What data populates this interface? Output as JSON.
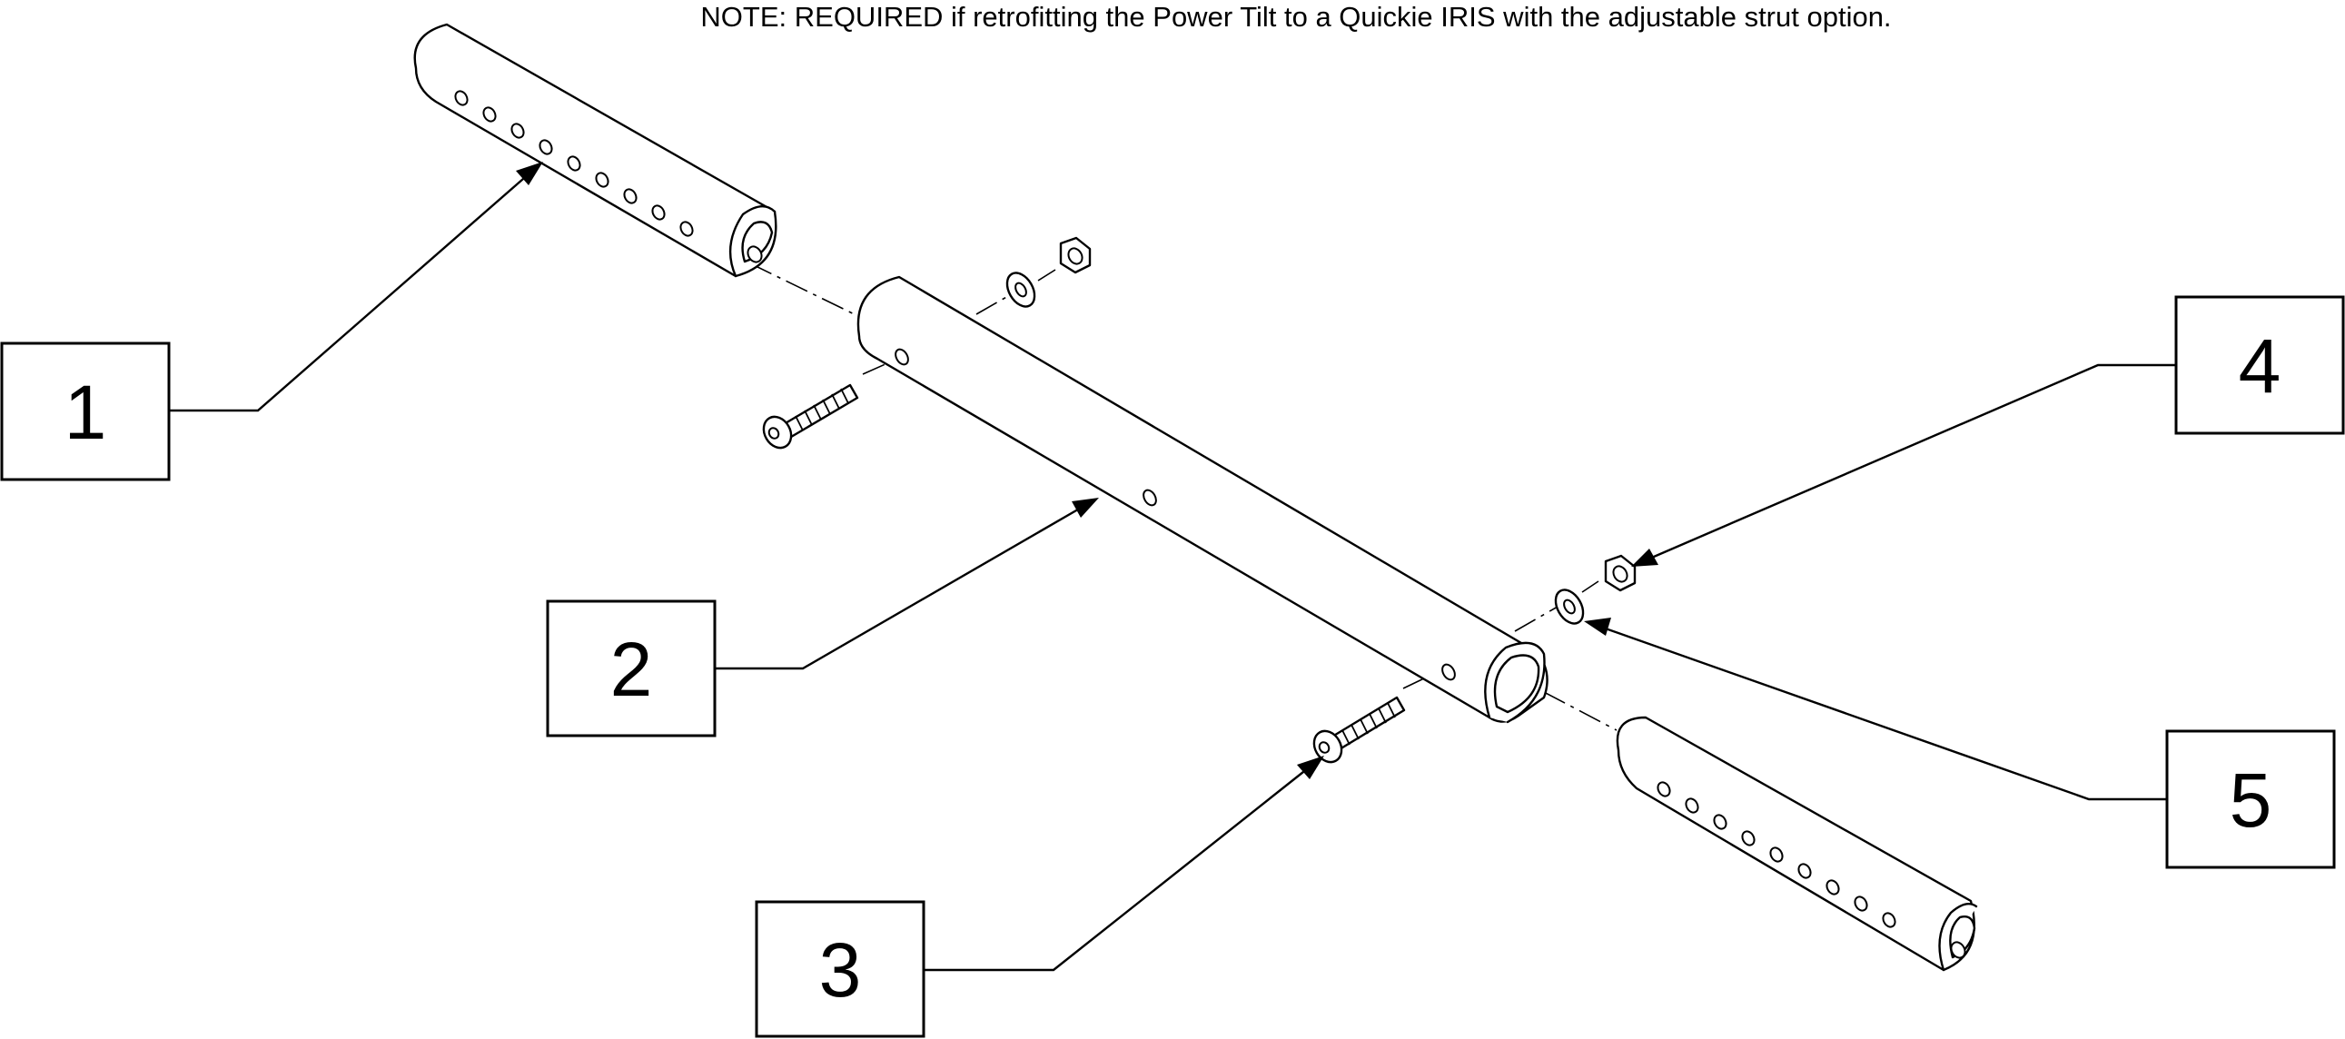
{
  "note": "NOTE: REQUIRED if retrofitting the Power Tilt to a Quickie IRIS with the adjustable strut option.",
  "callouts": [
    {
      "number": "1"
    },
    {
      "number": "2"
    },
    {
      "number": "3"
    },
    {
      "number": "4"
    },
    {
      "number": "5"
    }
  ],
  "colors": {
    "line": "#000000",
    "background": "#ffffff"
  }
}
